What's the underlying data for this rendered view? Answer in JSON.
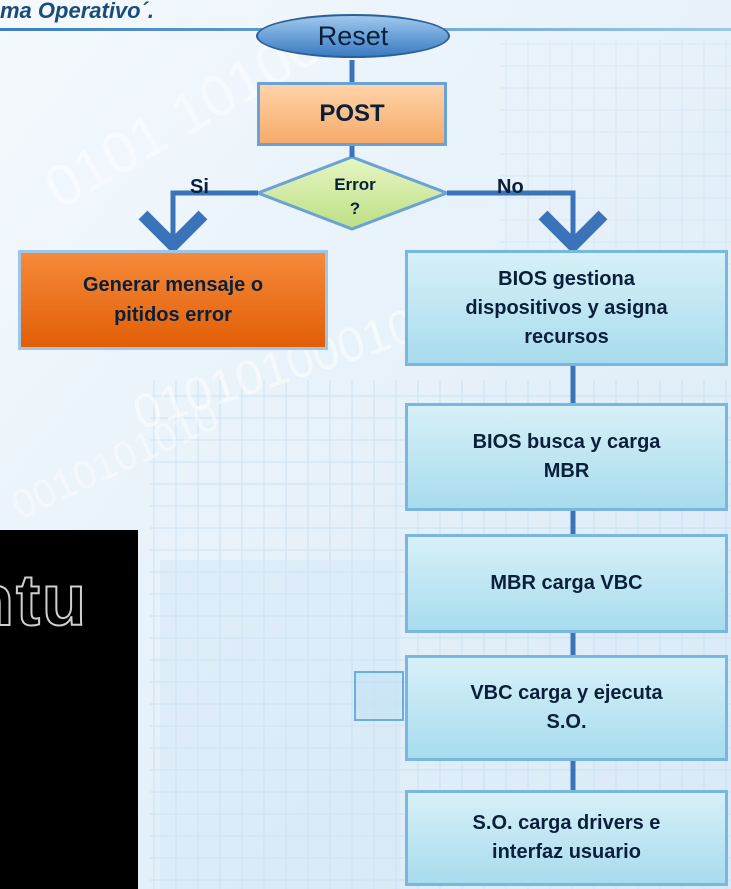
{
  "header": {
    "title": "ma Operativo´."
  },
  "flowchart": {
    "start": "Reset",
    "post": "POST",
    "decision": {
      "line1": "Error",
      "line2": "?"
    },
    "branch_yes": "Si",
    "branch_no": "No",
    "error_action": {
      "line1": "Generar mensaje o",
      "line2": "pitidos error"
    },
    "steps": [
      {
        "line1": "BIOS gestiona",
        "line2": "dispositivos y asigna",
        "line3": "recursos"
      },
      {
        "line1": "BIOS busca y carga",
        "line2": "MBR"
      },
      {
        "line1": "MBR carga VBC"
      },
      {
        "line1": "VBC carga y ejecuta",
        "line2": "S.O."
      },
      {
        "line1": "S.O. carga drivers e",
        "line2": "interfaz usuario"
      }
    ]
  },
  "background": {
    "binary_text_1": "0101 10100",
    "binary_text_2": "01010100010",
    "binary_text_3": "0010101010",
    "logo_fragment": "ntu"
  },
  "colors": {
    "reset_fill": "#5b99d8",
    "post_fill": "#f9bf86",
    "decision_fill": "#d9efa6",
    "error_fill": "#ee7218",
    "step_fill": "#bfe6f3",
    "arrow": "#3a73b9"
  }
}
